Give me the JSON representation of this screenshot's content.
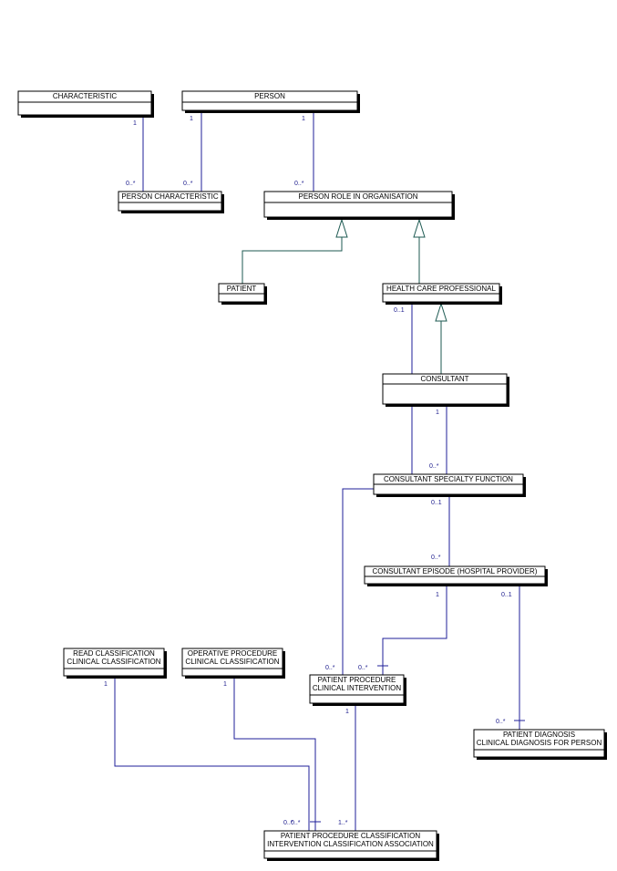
{
  "entities": {
    "characteristic": [
      "CHARACTERISTIC"
    ],
    "person": [
      "PERSON"
    ],
    "person_characteristic": [
      "PERSON CHARACTERISTIC"
    ],
    "person_role": [
      "PERSON ROLE IN ORGANISATION"
    ],
    "patient": [
      "PATIENT"
    ],
    "hcp": [
      "HEALTH CARE PROFESSIONAL"
    ],
    "consultant": [
      "CONSULTANT"
    ],
    "csf": [
      "CONSULTANT SPECIALTY FUNCTION"
    ],
    "episode": [
      "CONSULTANT EPISODE (HOSPITAL PROVIDER)"
    ],
    "read_class": [
      "READ CLASSIFICATION",
      "CLINICAL CLASSIFICATION"
    ],
    "op_class": [
      "OPERATIVE PROCEDURE",
      "CLINICAL CLASSIFICATION"
    ],
    "patient_procedure": [
      "PATIENT PROCEDURE",
      "CLINICAL INTERVENTION"
    ],
    "patient_diagnosis": [
      "PATIENT DIAGNOSIS",
      "CLINICAL DIAGNOSIS FOR PERSON"
    ],
    "ppc": [
      "PATIENT PROCEDURE CLASSIFICATION",
      "INTERVENTION CLASSIFICATION ASSOCIATION"
    ]
  },
  "multiplicities": {
    "char_to_pc": [
      "1",
      "0..*"
    ],
    "person_to_pc": [
      "1",
      "0..*"
    ],
    "person_to_role": [
      "1",
      "0..*"
    ],
    "hcp_to_pp": [
      "0..1",
      "0..*"
    ],
    "consultant_to_csf": [
      "1",
      "0..*"
    ],
    "csf_to_episode": [
      "0..1",
      "0..*"
    ],
    "episode_to_pp": [
      "1",
      "0..*"
    ],
    "episode_to_diag": [
      "0..1",
      "0..*"
    ],
    "read_to_ppc": [
      "1",
      "0..*"
    ],
    "op_to_ppc": [
      "1",
      "0..*"
    ],
    "pp_to_ppc": [
      "1",
      "1..*"
    ]
  }
}
